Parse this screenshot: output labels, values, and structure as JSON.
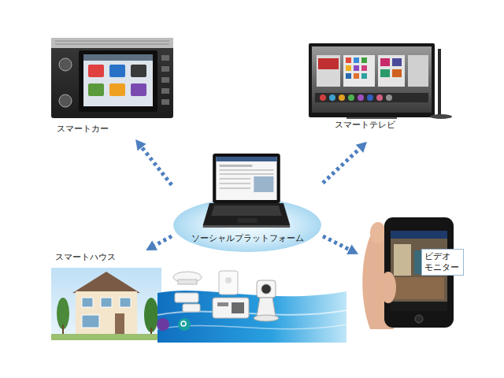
{
  "diagram": {
    "nodes": [
      {
        "text": [
          "スマートカー"
        ]
      },
      {
        "text": [
          "スマートテレビ"
        ]
      },
      {
        "text": [
          "ソーシャルプラットフォーム"
        ]
      },
      {
        "text": [
          "スマートハウス"
        ]
      },
      {
        "text": [
          "ビデオ モニター"
        ]
      }
    ],
    "edges": [
      {
        "from": 2,
        "to": 0,
        "arrow": "to"
      },
      {
        "from": 2,
        "to": 1,
        "arrow": "to"
      },
      {
        "from": 2,
        "to": 3,
        "arrow": "to"
      },
      {
        "from": 2,
        "to": 4,
        "arrow": "to"
      }
    ]
  }
}
